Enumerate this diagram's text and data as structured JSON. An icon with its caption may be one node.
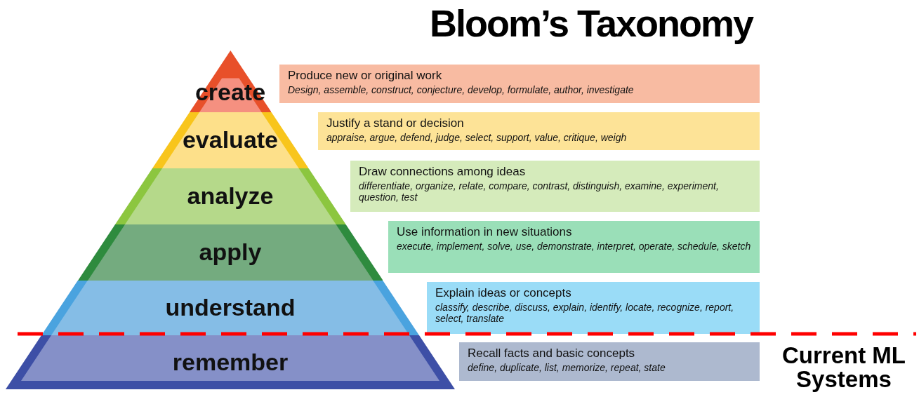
{
  "diagram": {
    "title": "Bloom’s Taxonomy",
    "nodes": [
      {
        "text": [
          "create"
        ]
      },
      {
        "text": [
          "evaluate"
        ]
      },
      {
        "text": [
          "analyze"
        ]
      },
      {
        "text": [
          "apply"
        ]
      },
      {
        "text": [
          "understand"
        ]
      },
      {
        "text": [
          "remember"
        ]
      },
      {
        "text": [
          "Produce new or original work",
          "Design, assemble, construct, conjecture, develop, formulate, author, investigate"
        ]
      },
      {
        "text": [
          "Justify a stand or decision",
          "appraise, argue, defend, judge, select, support, value, critique, weigh"
        ]
      },
      {
        "text": [
          "Draw connections among ideas",
          "differentiate, organize, relate, compare, contrast, distinguish, examine, experiment, question, test"
        ]
      },
      {
        "text": [
          "Use information in new situations",
          "execute, implement, solve, use, demonstrate, interpret, operate, schedule, sketch"
        ]
      },
      {
        "text": [
          "Explain ideas or concepts",
          "classify, describe, discuss, explain, identify, locate, recognize, report, select, translate"
        ]
      },
      {
        "text": [
          "Recall facts and basic concepts",
          "define, duplicate, list, memorize, repeat, state"
        ]
      }
    ],
    "edges": [],
    "labels": [
      "Current ML Systems"
    ]
  }
}
